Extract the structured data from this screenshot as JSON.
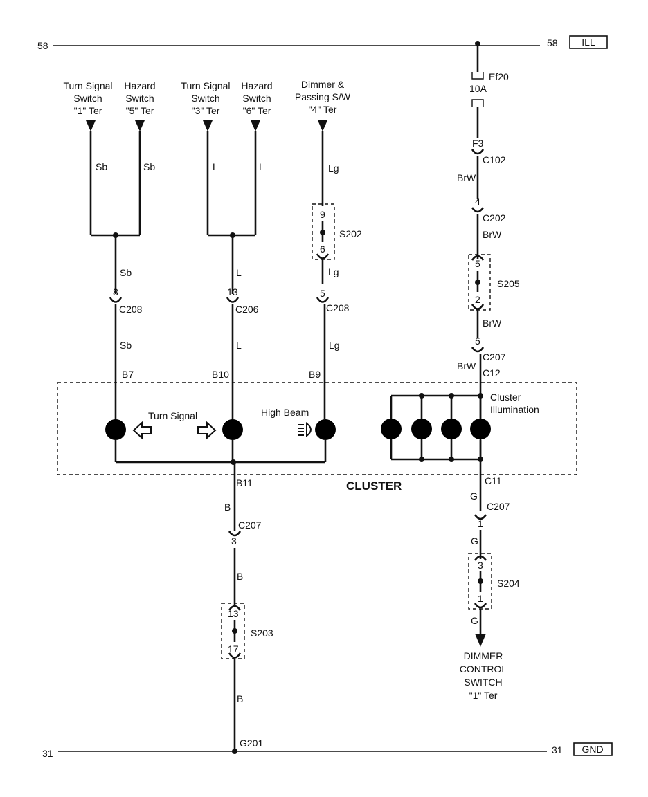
{
  "buses": {
    "top_left": "58",
    "top_right": "58",
    "top_tag": "ILL",
    "bottom_left": "31",
    "bottom_right": "31",
    "bottom_tag": "GND"
  },
  "sources": {
    "ts1": [
      "Turn Signal",
      "Switch",
      "\"1\" Ter"
    ],
    "hz5": [
      "Hazard",
      "Switch",
      "\"5\" Ter"
    ],
    "ts3": [
      "Turn Signal",
      "Switch",
      "\"3\" Ter"
    ],
    "hz6": [
      "Hazard",
      "Switch",
      "\"6\" Ter"
    ],
    "dim4": [
      "Dimmer &",
      "Passing S/W",
      "\"4\" Ter"
    ]
  },
  "wires": {
    "sb": "Sb",
    "l": "L",
    "lg": "Lg",
    "brw": "BrW",
    "g": "G",
    "b": "B"
  },
  "connectors": {
    "c208": "C208",
    "c206": "C206",
    "c207": "C207",
    "c102": "C102",
    "c202": "C202",
    "pin_8": "8",
    "pin_13": "13",
    "pin_5": "5",
    "pin_4": "4",
    "pin_3": "3",
    "pin_1": "1",
    "f3": "F3"
  },
  "splices": {
    "s202": {
      "name": "S202",
      "top": "9",
      "bottom": "6"
    },
    "s205": {
      "name": "S205",
      "top": "5",
      "bottom": "2"
    },
    "s204": {
      "name": "S204",
      "top": "3",
      "bottom": "1"
    },
    "s203": {
      "name": "S203",
      "top": "13",
      "bottom": "17"
    }
  },
  "fuse": {
    "name": "Ef20",
    "rating": "10A"
  },
  "cluster": {
    "title": "CLUSTER",
    "pins": {
      "b7": "B7",
      "b10": "B10",
      "b9": "B9",
      "b11": "B11",
      "c12": "C12",
      "c11": "C11"
    },
    "turn_signal": "Turn Signal",
    "high_beam": "High Beam",
    "illumination": [
      "Cluster",
      "Illumination"
    ]
  },
  "ground": "G201",
  "dimmer_control": [
    "DIMMER",
    "CONTROL",
    "SWITCH",
    "\"1\" Ter"
  ]
}
